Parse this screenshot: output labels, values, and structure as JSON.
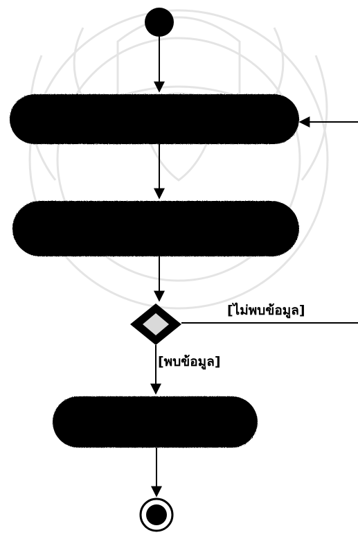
{
  "diagram": {
    "type": "activity-diagram",
    "activities": [
      {
        "id": "act1",
        "label": ""
      },
      {
        "id": "act2",
        "label": ""
      },
      {
        "id": "act3",
        "label": ""
      }
    ],
    "guards": {
      "not_found": "[ไม่พบข้อมูล]",
      "found": "[พบข้อมูล]"
    },
    "colors": {
      "node_fill": "#000000",
      "line": "#000000",
      "background": "#ffffff",
      "watermark": "#d9d9d9"
    }
  }
}
